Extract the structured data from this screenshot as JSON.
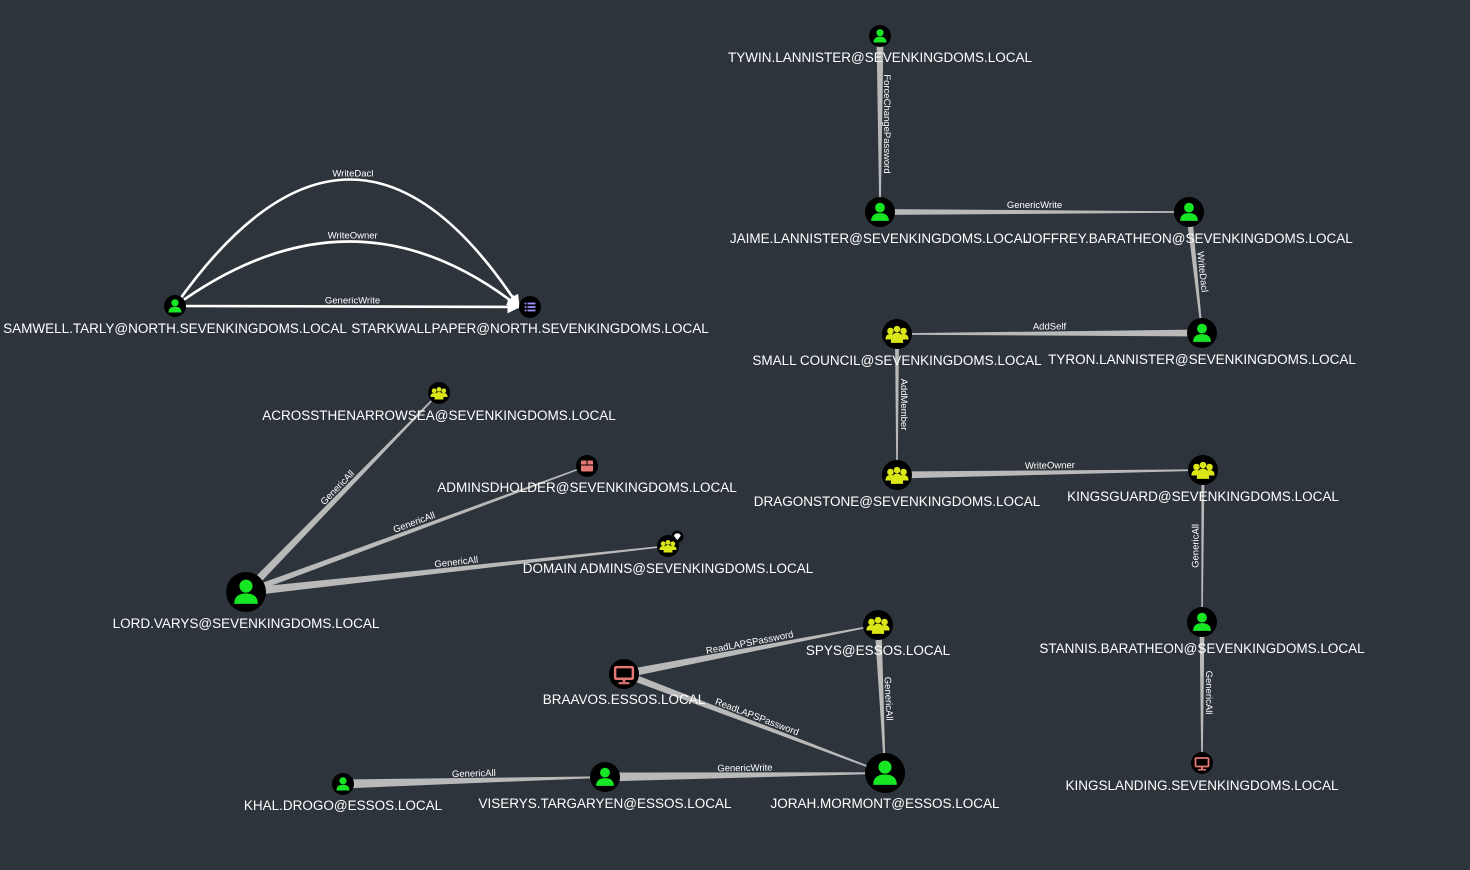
{
  "colors": {
    "background": "#2d343b",
    "user_fill": "#17e625",
    "group_fill": "#dbe617",
    "computer_fill": "#e67873",
    "gpo_fill": "#998efd",
    "node_ring": "#000000",
    "edge_gray": "#b9b9b9",
    "edge_white": "#ffffff",
    "label_text": "#ffffff"
  },
  "nodes": [
    {
      "id": "samwell",
      "type": "user",
      "icon": "user-icon",
      "label": "SAMWELL.TARLY@NORTH.SEVENKINGDOMS.LOCAL"
    },
    {
      "id": "starkwallpaper",
      "type": "gpo",
      "icon": "list-icon",
      "label": "STARKWALLPAPER@NORTH.SEVENKINGDOMS.LOCAL"
    },
    {
      "id": "tywin",
      "type": "user",
      "icon": "user-icon",
      "label": "TYWIN.LANNISTER@SEVENKINGDOMS.LOCAL"
    },
    {
      "id": "jaime",
      "type": "user",
      "icon": "user-icon",
      "label": "JAIME.LANNISTER@SEVENKINGDOMS.LOCAL"
    },
    {
      "id": "joffrey",
      "type": "user",
      "icon": "user-icon",
      "label": "JOFFREY.BARATHEON@SEVENKINGDOMS.LOCAL"
    },
    {
      "id": "smallcouncil",
      "type": "group",
      "icon": "group-icon",
      "label": "SMALL COUNCIL@SEVENKINGDOMS.LOCAL"
    },
    {
      "id": "tyron",
      "type": "user",
      "icon": "user-icon",
      "label": "TYRON.LANNISTER@SEVENKINGDOMS.LOCAL"
    },
    {
      "id": "dragonstone",
      "type": "group",
      "icon": "group-icon",
      "label": "DRAGONSTONE@SEVENKINGDOMS.LOCAL"
    },
    {
      "id": "kingsguard",
      "type": "group",
      "icon": "group-icon",
      "label": "KINGSGUARD@SEVENKINGDOMS.LOCAL"
    },
    {
      "id": "stannis",
      "type": "user",
      "icon": "user-icon",
      "label": "STANNIS.BARATHEON@SEVENKINGDOMS.LOCAL"
    },
    {
      "id": "kingslanding",
      "type": "computer",
      "icon": "computer-icon",
      "label": "KINGSLANDING.SEVENKINGDOMS.LOCAL"
    },
    {
      "id": "acrossthenarrowsea",
      "type": "group",
      "icon": "group-icon",
      "label": "ACROSSTHENARROWSEA@SEVENKINGDOMS.LOCAL"
    },
    {
      "id": "adminsdholder",
      "type": "container",
      "icon": "box-icon",
      "label": "ADMINSDHOLDER@SEVENKINGDOMS.LOCAL"
    },
    {
      "id": "domainadmins",
      "type": "group",
      "icon": "group-icon",
      "label": "DOMAIN ADMINS@SEVENKINGDOMS.LOCAL",
      "badge": "gem-icon"
    },
    {
      "id": "varys",
      "type": "user",
      "icon": "user-icon",
      "label": "LORD.VARYS@SEVENKINGDOMS.LOCAL"
    },
    {
      "id": "spys",
      "type": "group",
      "icon": "group-icon",
      "label": "SPYS@ESSOS.LOCAL"
    },
    {
      "id": "braavos",
      "type": "computer",
      "icon": "computer-icon",
      "label": "BRAAVOS.ESSOS.LOCAL"
    },
    {
      "id": "khaldrogo",
      "type": "user",
      "icon": "user-icon",
      "label": "KHAL.DROGO@ESSOS.LOCAL"
    },
    {
      "id": "viserys",
      "type": "user",
      "icon": "user-icon",
      "label": "VISERYS.TARGARYEN@ESSOS.LOCAL"
    },
    {
      "id": "jorah",
      "type": "user",
      "icon": "user-icon",
      "label": "JORAH.MORMONT@ESSOS.LOCAL"
    }
  ],
  "edges": [
    {
      "id": "e1",
      "source": "samwell",
      "target": "starkwallpaper",
      "label": "WriteDacl"
    },
    {
      "id": "e2",
      "source": "samwell",
      "target": "starkwallpaper",
      "label": "WriteOwner"
    },
    {
      "id": "e3",
      "source": "samwell",
      "target": "starkwallpaper",
      "label": "GenericWrite"
    },
    {
      "id": "e4",
      "source": "tywin",
      "target": "jaime",
      "label": "ForceChangePassword"
    },
    {
      "id": "e5",
      "source": "jaime",
      "target": "joffrey",
      "label": "GenericWrite"
    },
    {
      "id": "e6",
      "source": "joffrey",
      "target": "tyron",
      "label": "WriteDacl"
    },
    {
      "id": "e7",
      "source": "tyron",
      "target": "smallcouncil",
      "label": "AddSelf"
    },
    {
      "id": "e8",
      "source": "smallcouncil",
      "target": "dragonstone",
      "label": "AddMember"
    },
    {
      "id": "e9",
      "source": "dragonstone",
      "target": "kingsguard",
      "label": "WriteOwner"
    },
    {
      "id": "e10",
      "source": "kingsguard",
      "target": "stannis",
      "label": "GenericAll"
    },
    {
      "id": "e11",
      "source": "stannis",
      "target": "kingslanding",
      "label": "GenericAll"
    },
    {
      "id": "e12",
      "source": "varys",
      "target": "acrossthenarrowsea",
      "label": "GenericAll"
    },
    {
      "id": "e13",
      "source": "varys",
      "target": "adminsdholder",
      "label": "GenericAll"
    },
    {
      "id": "e14",
      "source": "varys",
      "target": "domainadmins",
      "label": "GenericAll"
    },
    {
      "id": "e15",
      "source": "braavos",
      "target": "spys",
      "label": "ReadLAPSPassword"
    },
    {
      "id": "e16",
      "source": "braavos",
      "target": "jorah",
      "label": "ReadLAPSPassword"
    },
    {
      "id": "e17",
      "source": "spys",
      "target": "jorah",
      "label": "GenericAll"
    },
    {
      "id": "e18",
      "source": "khaldrogo",
      "target": "viserys",
      "label": "GenericAll"
    },
    {
      "id": "e19",
      "source": "viserys",
      "target": "jorah",
      "label": "GenericWrite"
    }
  ]
}
